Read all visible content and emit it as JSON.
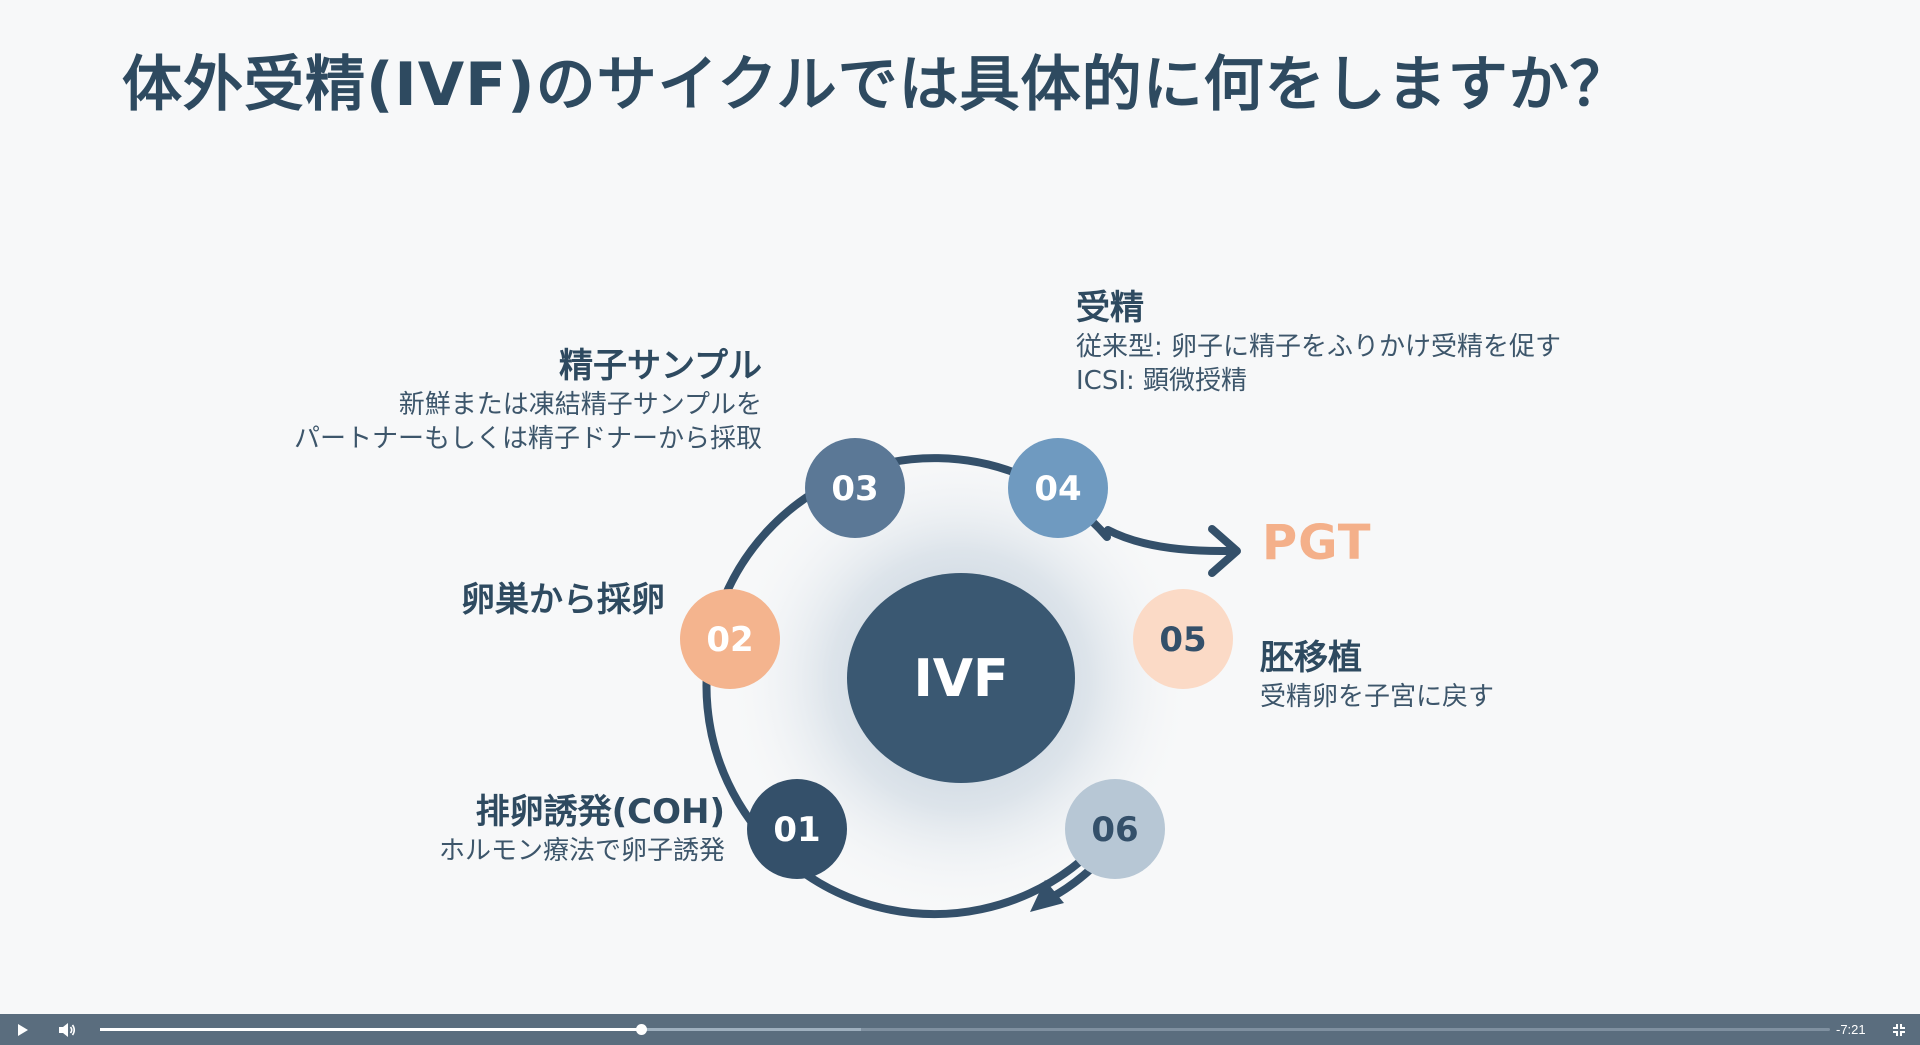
{
  "slide": {
    "title": "体外受精(IVF)のサイクルでは具体的に何をしますか？",
    "center_label": "IVF",
    "pgt_label": "PGT",
    "steps": [
      {
        "number": "01",
        "heading": "排卵誘発(COH)",
        "lines": [
          "ホルモン療法で卵子誘発"
        ]
      },
      {
        "number": "02",
        "heading": "卵巣から採卵",
        "lines": []
      },
      {
        "number": "03",
        "heading": "精子サンプル",
        "lines": [
          "新鮮または凍結精子サンプルを",
          "パートナーもしくは精子ドナーから採取"
        ]
      },
      {
        "number": "04",
        "heading": "受精",
        "lines": [
          "従来型: 卵子に精子をふりかけ受精を促す",
          "ICSI: 顕微授精"
        ]
      },
      {
        "number": "05",
        "heading": "胚移植",
        "lines": [
          "受精卵を子宮に戻す"
        ]
      },
      {
        "number": "06",
        "heading": "",
        "lines": []
      }
    ],
    "colors": {
      "dark": "#3a5872",
      "step01": "#34506a",
      "step02": "#f4b48e",
      "step03": "#5b7896",
      "step04": "#6f9ac0",
      "step05": "#fbdac6",
      "step06": "#b7c7d5",
      "pgt": "#f4b08a"
    }
  },
  "player": {
    "play_icon": "play-icon",
    "volume_icon": "volume-icon",
    "fullscreen_icon": "fullscreen-icon",
    "progress": 0.3125,
    "buffered": 0.44,
    "time_remaining": "-7:21"
  }
}
